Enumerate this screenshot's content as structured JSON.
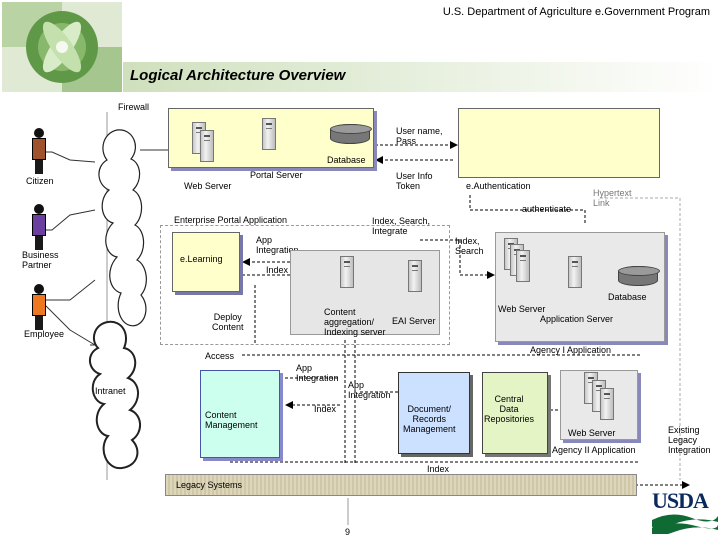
{
  "header": {
    "program": "U.S. Department of Agriculture e.Government Program",
    "title": "Logical Architecture Overview"
  },
  "colors": {
    "title_bar": "#e8f0d8",
    "logo_green": "#6aa84f"
  },
  "labels": {
    "firewall": "Firewall",
    "user_name_pass": "User name,\nPass",
    "database_top": "Database",
    "user_info_token": "User Info\nToken",
    "portal_server": "Portal Server",
    "web_server_top": "Web Server",
    "e_authentication": "e.Authentication",
    "hypertext_link": "Hypertext\nLink",
    "authenticate": "authenticate",
    "enterprise_portal_app": "Enterprise Portal Application",
    "index_search_integrate": "Index, Search,\nIntegrate",
    "app_integration_1": "App\nIntegration",
    "elearning": "e.Learning",
    "index_1": "Index",
    "index_search": "Index,\nSearch",
    "database_agency1": "Database",
    "web_server_agency1": "Web Server",
    "app_server_agency1": "Application Server",
    "agency1_app": "Agency I Application",
    "deploy_content": "Deploy\nContent",
    "content_aggregation": "Content\naggregation/\nIndexing server",
    "eai_server": "EAI Server",
    "access": "Access",
    "app_integration_2": "App\nIntegration",
    "app_integration_3": "App\nIntegration",
    "intranet": "Intranet",
    "index_2": "Index",
    "content_management": "Content\nManagement",
    "document_records": "Document/\nRecords\nManagement",
    "central_data": "Central\nData\nRepositories",
    "web_server_agency2": "Web Server",
    "agency2_app": "Agency II Application",
    "existing_legacy": "Existing\nLegacy\nIntegration",
    "index_3": "Index",
    "legacy_systems": "Legacy Systems",
    "citizen": "Citizen",
    "business_partner": "Business\nPartner",
    "employee": "Employee"
  },
  "logo": {
    "text": "USDA"
  },
  "footer": {
    "page": "9"
  }
}
